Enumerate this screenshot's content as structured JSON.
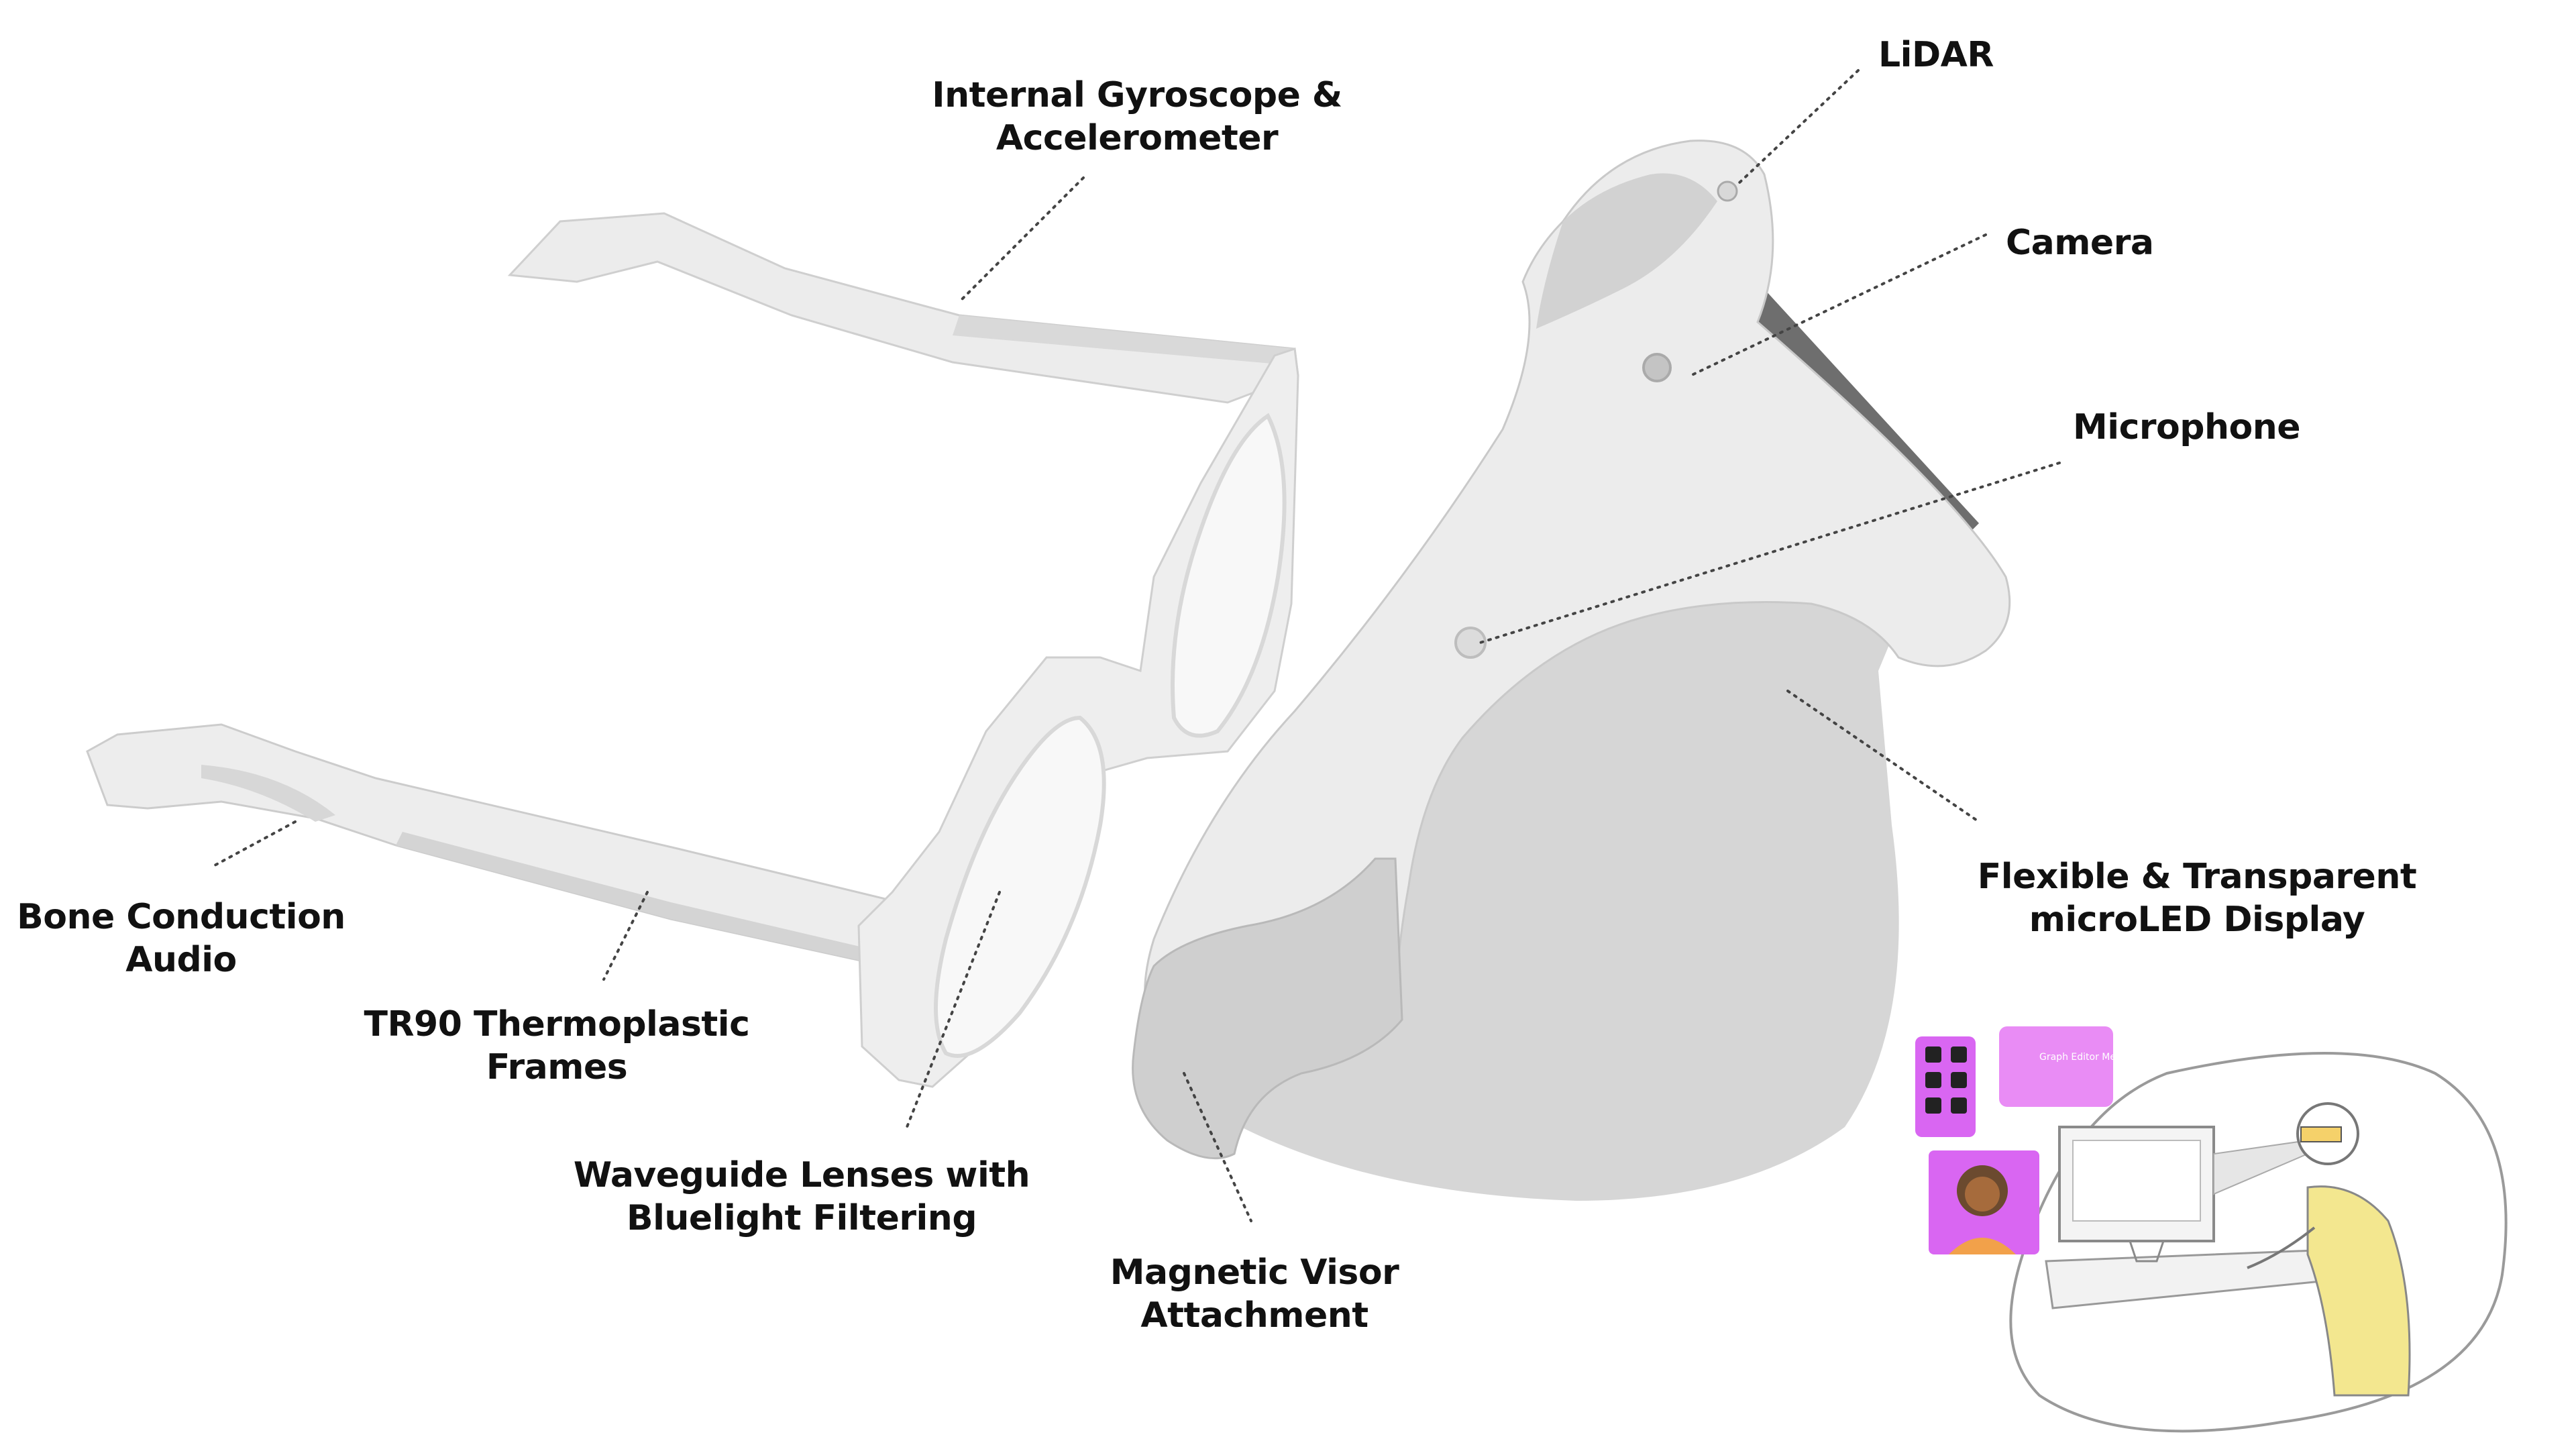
{
  "colors": {
    "frame": "#eeeeee",
    "frame_shadow": "#d6d6d6",
    "lens": "#f7f7f7",
    "visor": "#d1d1d1",
    "label_text": "#111111",
    "sketch_accent_pink": "#e98cf5",
    "sketch_accent_magenta": "#d966f2",
    "sketch_shirt": "#f3e78f"
  },
  "labels": {
    "gyroscope": {
      "line1": "Internal Gyroscope &",
      "line2": "Accelerometer"
    },
    "lidar": {
      "line1": "LiDAR"
    },
    "camera": {
      "line1": "Camera"
    },
    "microphone": {
      "line1": "Microphone"
    },
    "display": {
      "line1": "Flexible & Transparent",
      "line2": "microLED Display"
    },
    "bone_audio": {
      "line1": "Bone Conduction",
      "line2": "Audio"
    },
    "frames": {
      "line1": "TR90 Thermoplastic",
      "line2": "Frames"
    },
    "lenses": {
      "line1": "Waveguide Lenses with",
      "line2": "Bluelight Filtering"
    },
    "visor_attachment": {
      "line1": "Magnetic Visor",
      "line2": "Attachment"
    }
  },
  "sketch": {
    "card_graph_text": "Graph Editor Menu"
  }
}
